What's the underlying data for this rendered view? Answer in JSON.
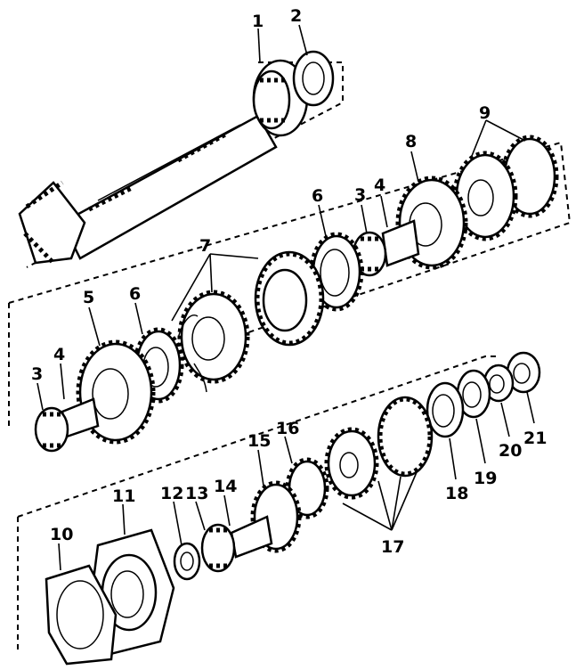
{
  "callouts": [
    {
      "id": "1",
      "text": "1"
    },
    {
      "id": "2",
      "text": "2"
    },
    {
      "id": "3a",
      "text": "3"
    },
    {
      "id": "4a",
      "text": "4"
    },
    {
      "id": "6a",
      "text": "6"
    },
    {
      "id": "8",
      "text": "8"
    },
    {
      "id": "9",
      "text": "9"
    },
    {
      "id": "7",
      "text": "7"
    },
    {
      "id": "5",
      "text": "5"
    },
    {
      "id": "6b",
      "text": "6"
    },
    {
      "id": "3b",
      "text": "3"
    },
    {
      "id": "4b",
      "text": "4"
    },
    {
      "id": "15",
      "text": "15"
    },
    {
      "id": "16",
      "text": "16"
    },
    {
      "id": "11",
      "text": "11"
    },
    {
      "id": "12",
      "text": "12"
    },
    {
      "id": "13",
      "text": "13"
    },
    {
      "id": "14",
      "text": "14"
    },
    {
      "id": "10",
      "text": "10"
    },
    {
      "id": "17",
      "text": "17"
    },
    {
      "id": "18",
      "text": "18"
    },
    {
      "id": "19",
      "text": "19"
    },
    {
      "id": "20",
      "text": "20"
    },
    {
      "id": "21",
      "text": "21"
    }
  ]
}
